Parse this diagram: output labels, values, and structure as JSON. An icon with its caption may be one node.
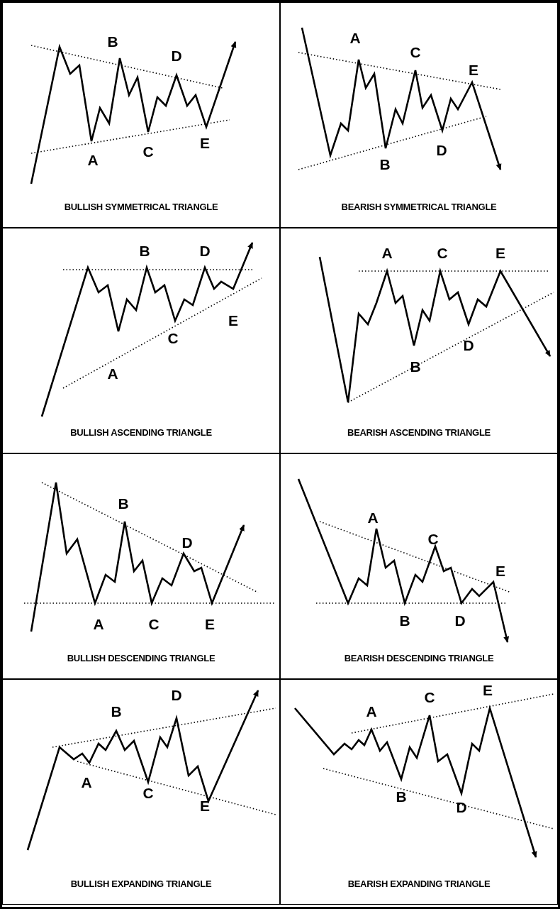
{
  "diagram": {
    "nodes": [
      {
        "text": [
          "BULLISH SYMMETRICAL TRIANGLE"
        ]
      },
      {
        "text": [
          "BEARISH SYMMETRICAL TRIANGLE"
        ]
      },
      {
        "text": [
          "BULLISH ASCENDING TRIANGLE"
        ]
      },
      {
        "text": [
          "BEARISH ASCENDING TRIANGLE"
        ]
      },
      {
        "text": [
          "BULLISH DESCENDING TRIANGLE"
        ]
      },
      {
        "text": [
          "BEARISH DESCENDING TRIANGLE"
        ]
      },
      {
        "text": [
          "BULLISH EXPANDING TRIANGLE"
        ]
      },
      {
        "text": [
          "BEARISH EXPANDING TRIANGLE"
        ]
      }
    ],
    "labels": [
      "B",
      "D",
      "A",
      "C",
      "E",
      "A",
      "C",
      "E",
      "B",
      "D",
      "B",
      "D",
      "A",
      "C",
      "E",
      "A",
      "C",
      "E",
      "B",
      "D",
      "B",
      "D",
      "A",
      "C",
      "E",
      "A",
      "C",
      "E",
      "B",
      "D",
      "B",
      "D",
      "A",
      "C",
      "E",
      "A",
      "C",
      "E",
      "B",
      "D"
    ]
  }
}
